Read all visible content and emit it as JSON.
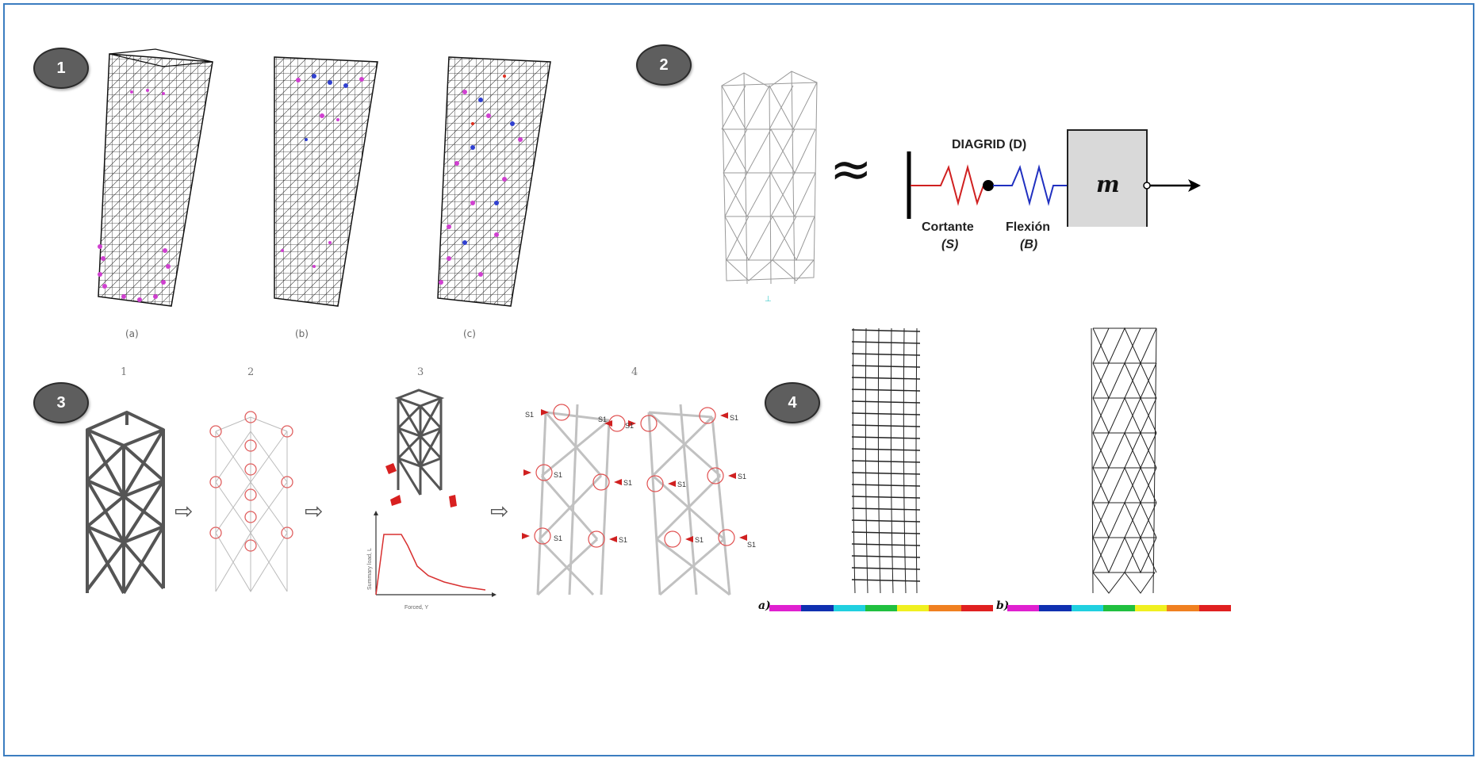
{
  "badges": {
    "b1": "1",
    "b2": "2",
    "b3": "3",
    "b4": "4"
  },
  "panel1": {
    "captions": [
      "(a)",
      "(b)",
      "(c)"
    ]
  },
  "panel2": {
    "approx_symbol": "≈",
    "diagrid_label": "DIAGRID (D)",
    "shear_label": "Cortante",
    "shear_sub": "(S)",
    "flex_label": "Flexión",
    "flex_sub": "(B)",
    "mass_label": "m"
  },
  "panel3": {
    "step_labels": [
      "1",
      "2",
      "3",
      "4"
    ],
    "arrow_glyph": "⇨",
    "graph_xlabel": "Forced, Y",
    "graph_ylabel": "Summary load, L",
    "force_labels": [
      "S1",
      "S1",
      "S1",
      "S1",
      "S1",
      "S1",
      "S1",
      "S1",
      "S1",
      "S1",
      "S1",
      "S1"
    ]
  },
  "panel4": {
    "sub_a": "a)",
    "sub_b": "b)",
    "color_bar": [
      "#e020d0",
      "#1030b0",
      "#20d0e0",
      "#20c040",
      "#f0f020",
      "#f08020",
      "#e02020"
    ]
  },
  "colors": {
    "frame": "#3b7dc0",
    "badge": "#5e5e5e",
    "spring_shear": "#d02020",
    "spring_flex": "#2030c0",
    "mass_fill": "#d9d9d9"
  }
}
